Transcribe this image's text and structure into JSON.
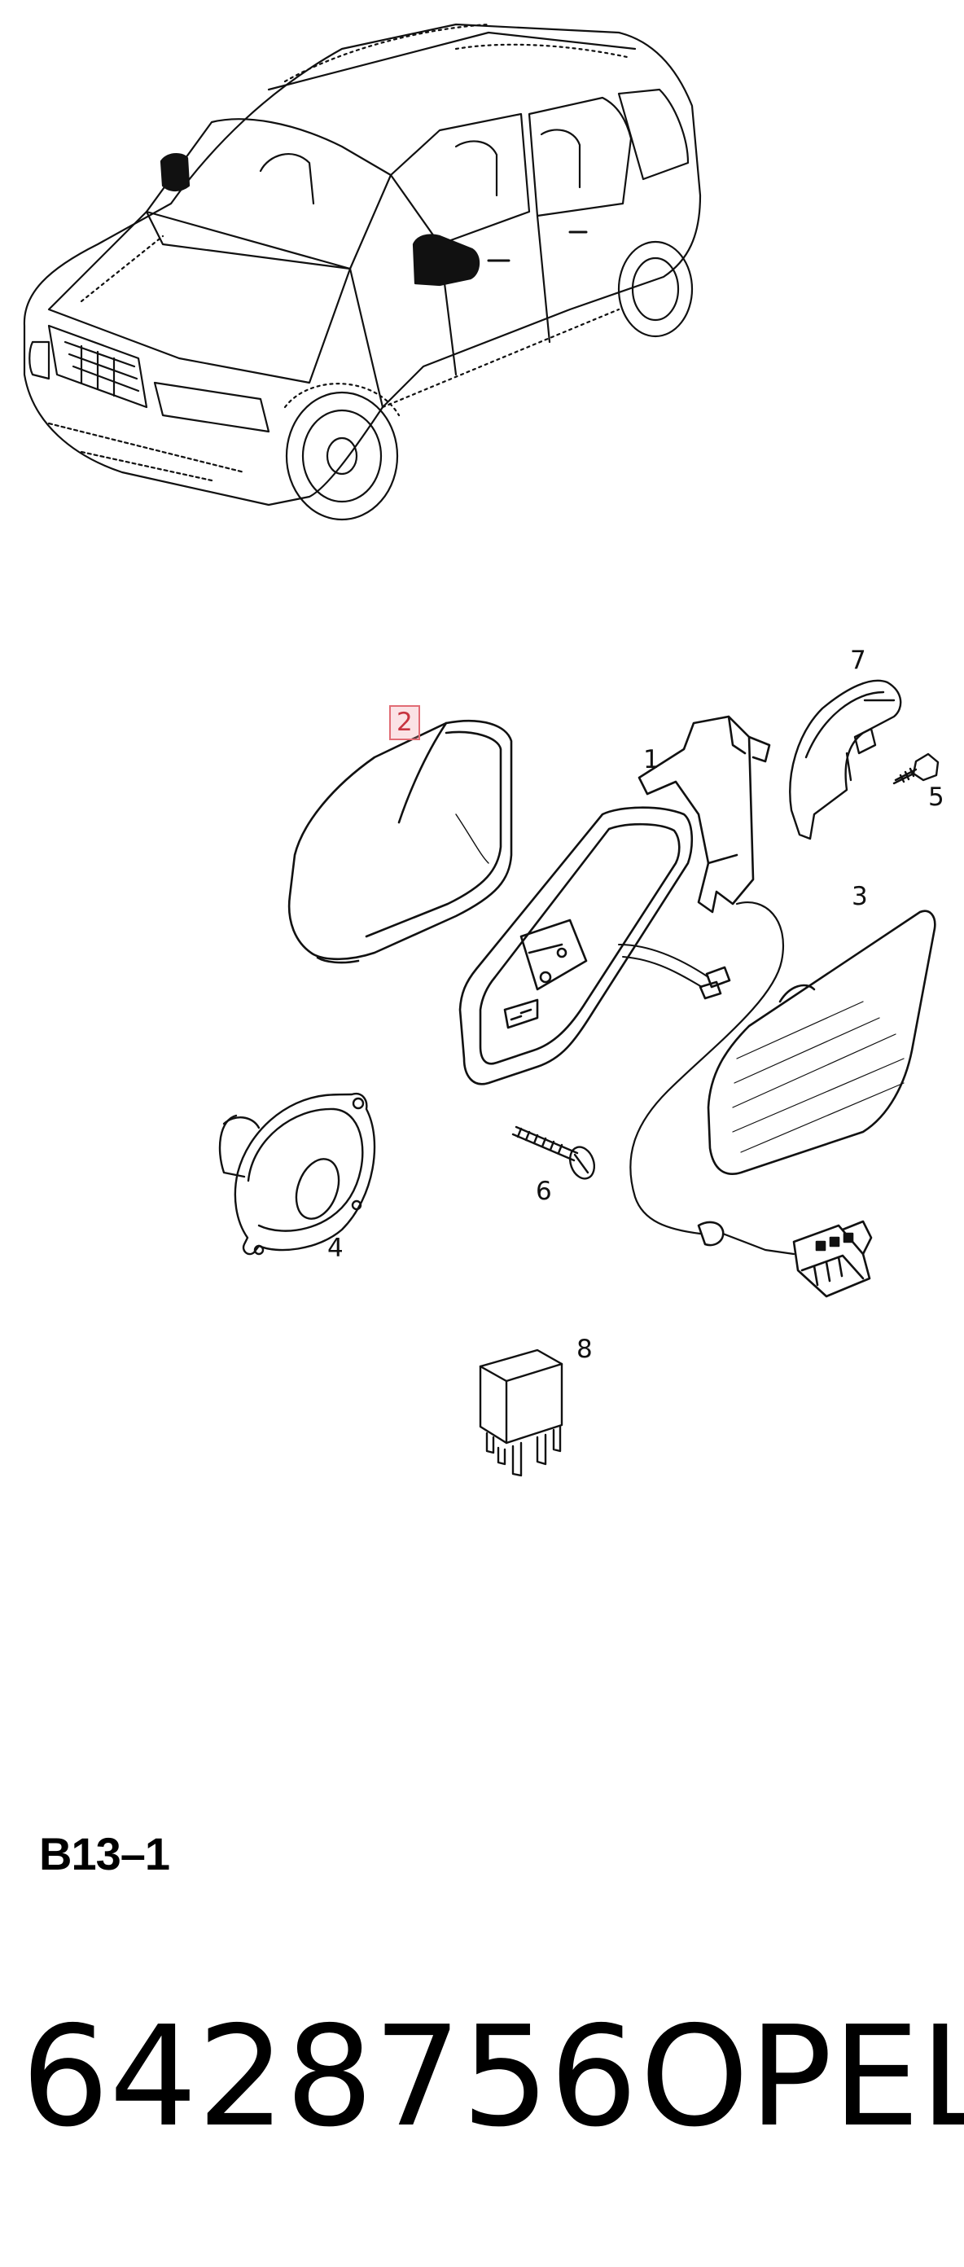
{
  "callouts": {
    "c1": "1",
    "c2": "2",
    "c3": "3",
    "c4": "4",
    "c5": "5",
    "c6": "6",
    "c7": "7",
    "c8": "8"
  },
  "highlighted_callout": "2",
  "section_code": "B13–1",
  "part_number": "6428756",
  "brand": "OPEL",
  "colors": {
    "line": "#111111",
    "highlight_border": "#e16b74",
    "highlight_fill": "#f7d0d4",
    "highlight_text": "#c7333f"
  }
}
